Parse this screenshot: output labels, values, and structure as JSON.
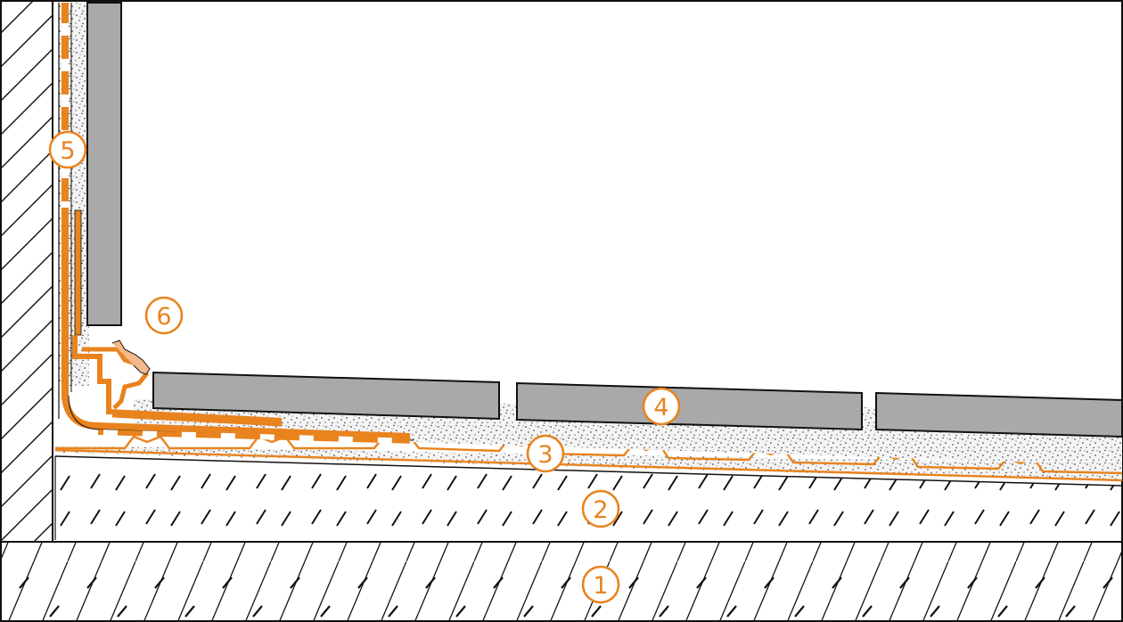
{
  "colors": {
    "accent": "#e8831e",
    "tile": "#a9a9a9",
    "line": "#111111",
    "background": "#ffffff"
  },
  "callouts": [
    {
      "id": "callout-1",
      "label": "1"
    },
    {
      "id": "callout-2",
      "label": "2"
    },
    {
      "id": "callout-3",
      "label": "3"
    },
    {
      "id": "callout-4",
      "label": "4"
    },
    {
      "id": "callout-5",
      "label": "5"
    },
    {
      "id": "callout-6",
      "label": "6"
    }
  ]
}
